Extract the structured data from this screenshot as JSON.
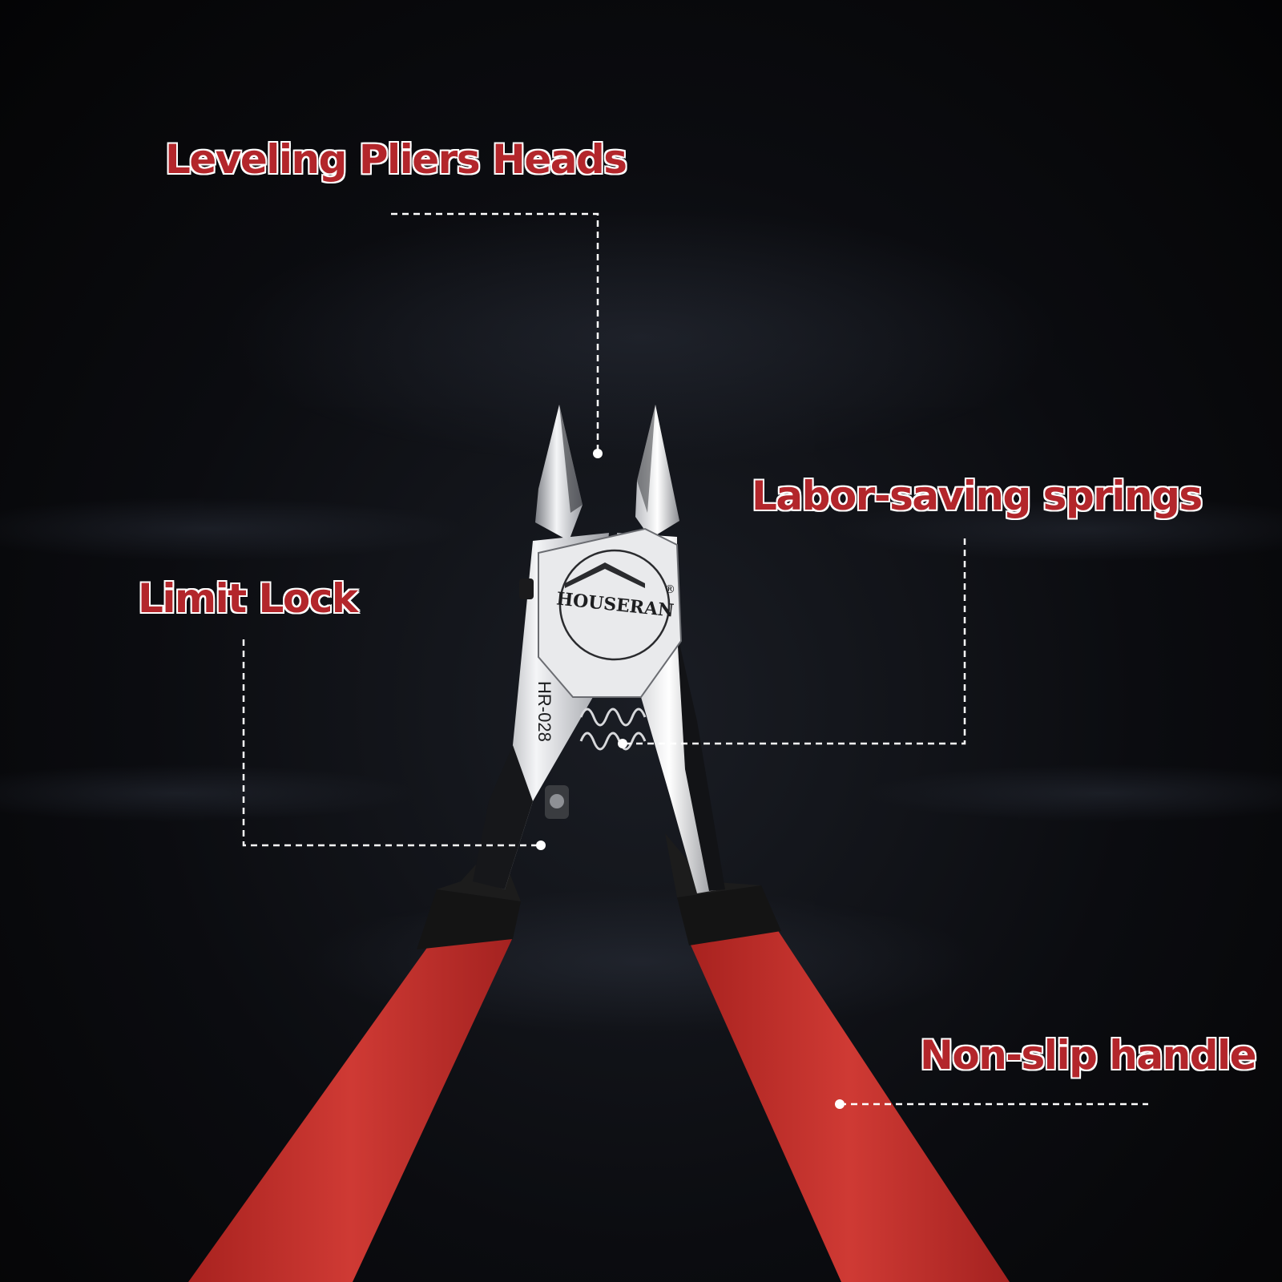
{
  "callouts": {
    "heads": {
      "label": "Leveling Pliers Heads"
    },
    "springs": {
      "label": "Labor-saving springs"
    },
    "lock": {
      "label": "Limit Lock"
    },
    "handle": {
      "label": "Non-slip handle"
    }
  },
  "product": {
    "brand": "HOUSERAN",
    "registered_mark": "®",
    "model": "HR-028"
  },
  "colors": {
    "label_fill": "#b3262b",
    "label_outline": "#ffffff",
    "handle": "#c4312c",
    "background": "#0b0c10",
    "leader_line": "#ffffff"
  }
}
